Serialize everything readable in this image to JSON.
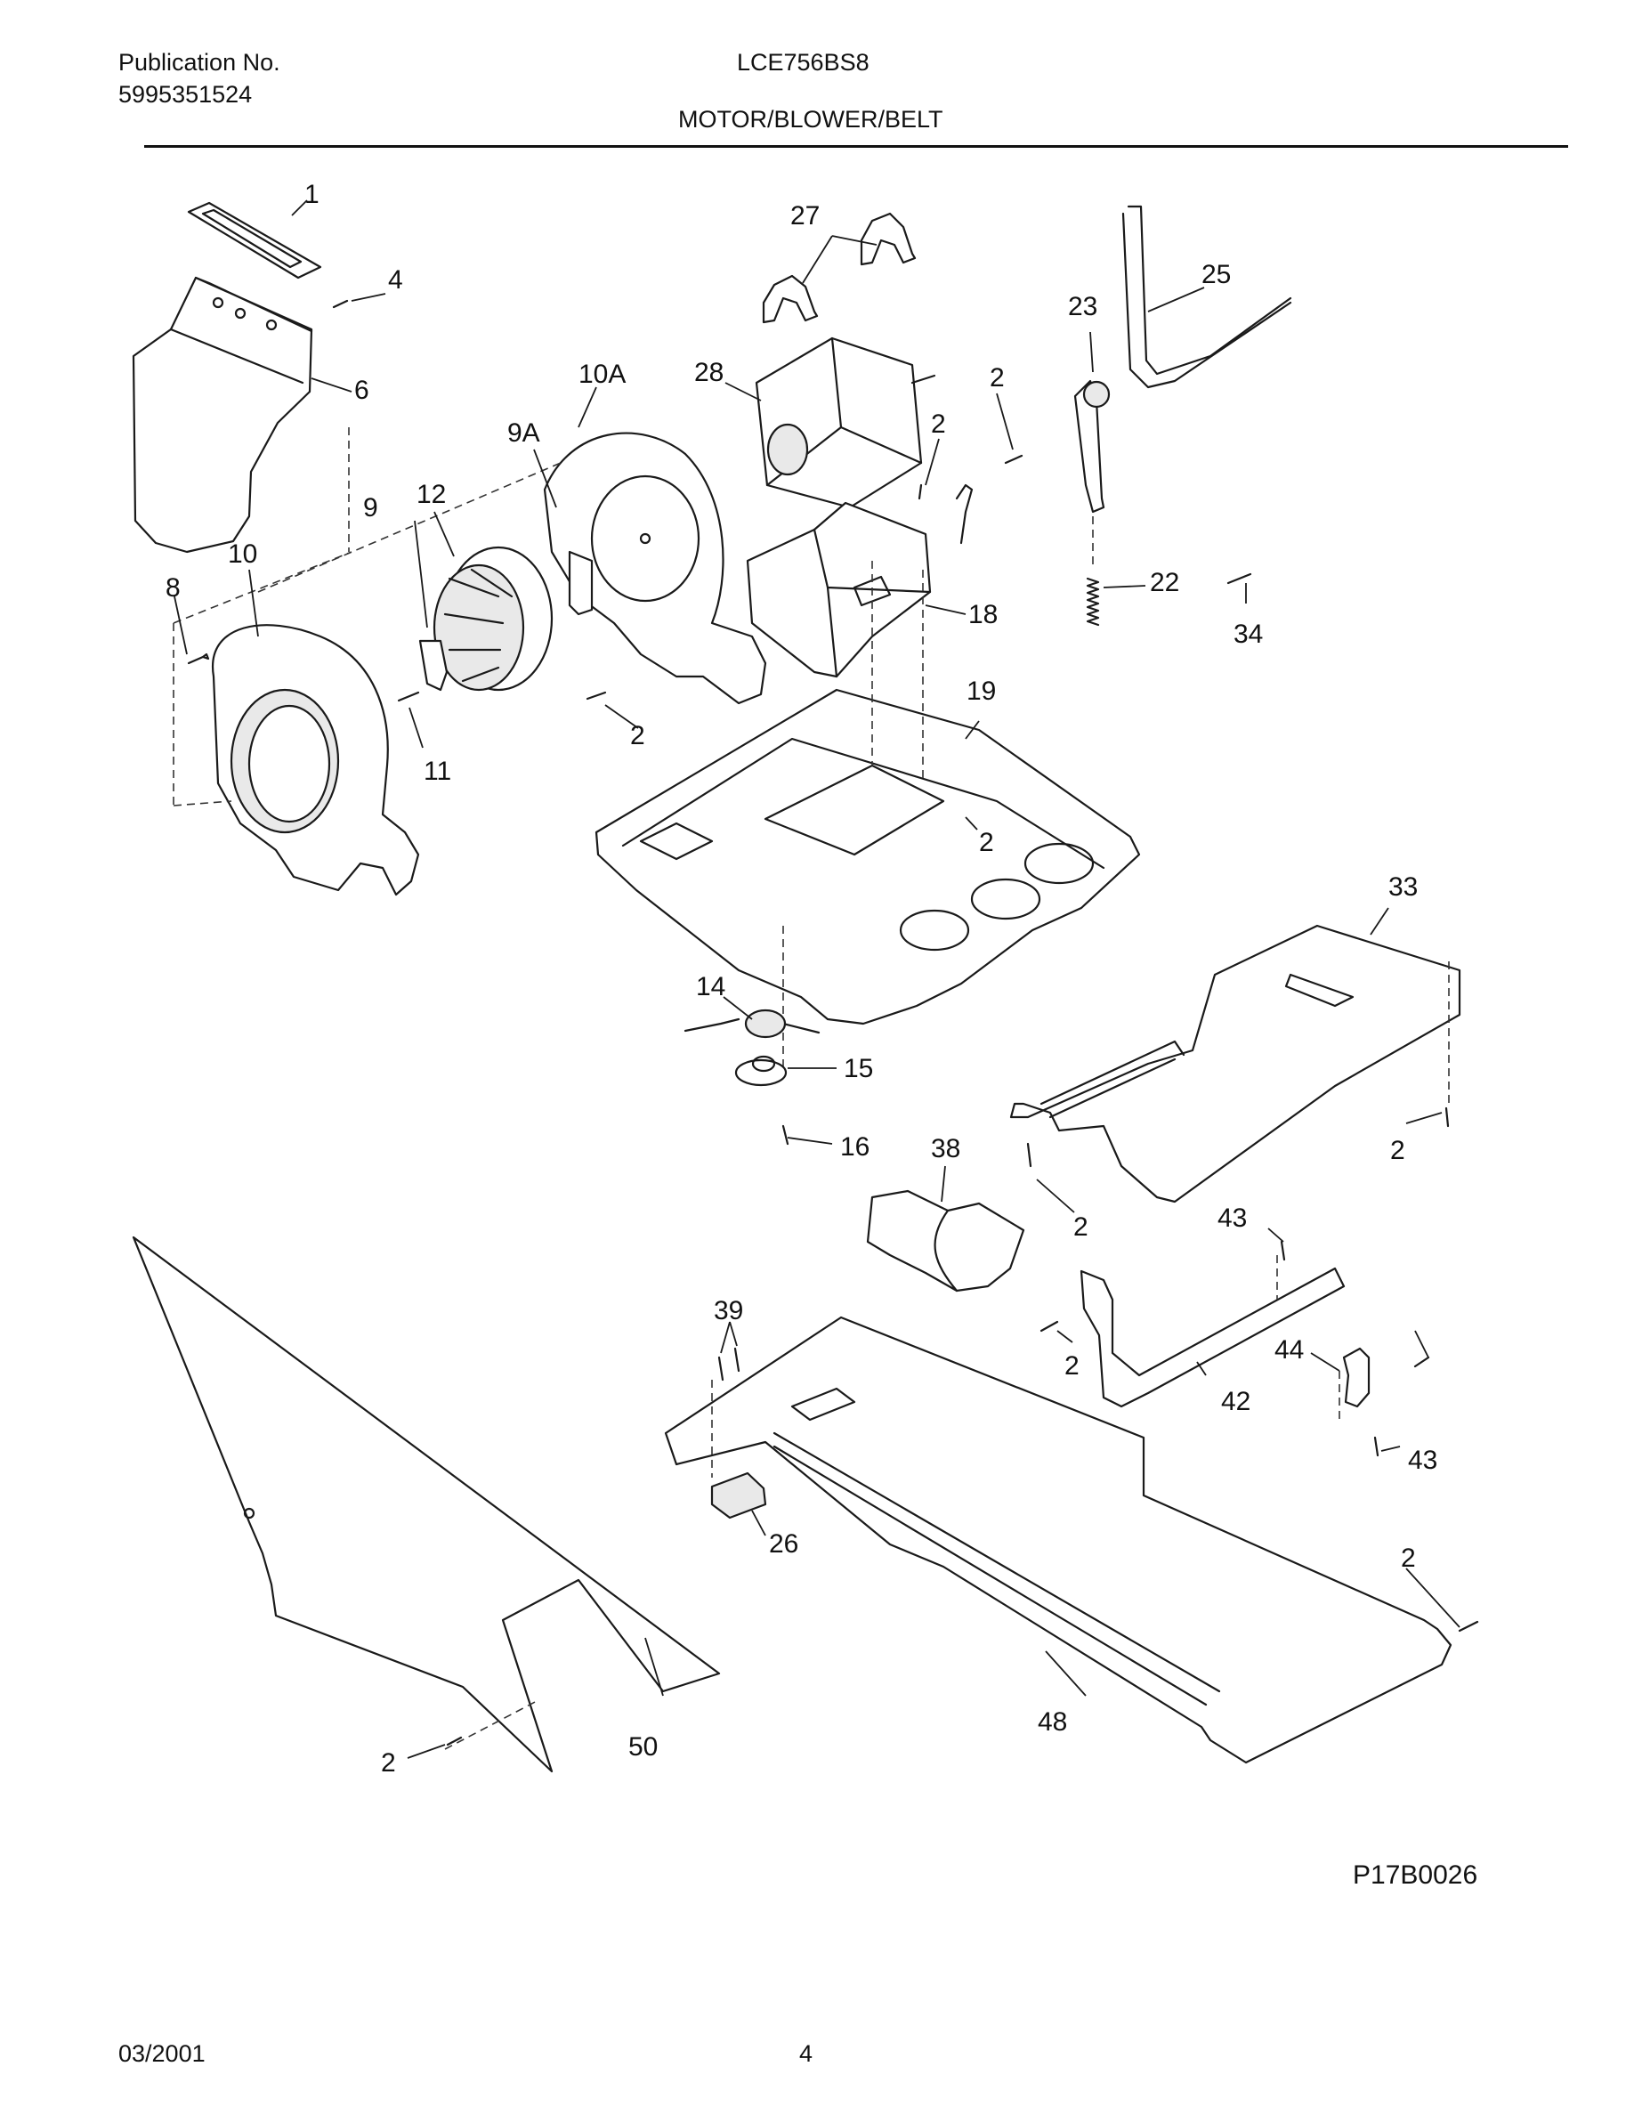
{
  "header": {
    "publication_label": "Publication No.",
    "publication_number": "5995351524",
    "model": "LCE756BS8",
    "section_title": "MOTOR/BLOWER/BELT"
  },
  "diagram": {
    "part_labels": [
      "1",
      "4",
      "6",
      "10A",
      "9A",
      "9",
      "12",
      "10",
      "8",
      "11",
      "2",
      "27",
      "28",
      "2",
      "2",
      "23",
      "25",
      "22",
      "34",
      "18",
      "19",
      "2",
      "33",
      "14",
      "15",
      "16",
      "38",
      "2",
      "2",
      "43",
      "39",
      "2",
      "44",
      "42",
      "43",
      "26",
      "2",
      "48",
      "50",
      "2"
    ],
    "diagram_code": "P17B0026"
  },
  "footer": {
    "date": "03/2001",
    "page": "4"
  }
}
